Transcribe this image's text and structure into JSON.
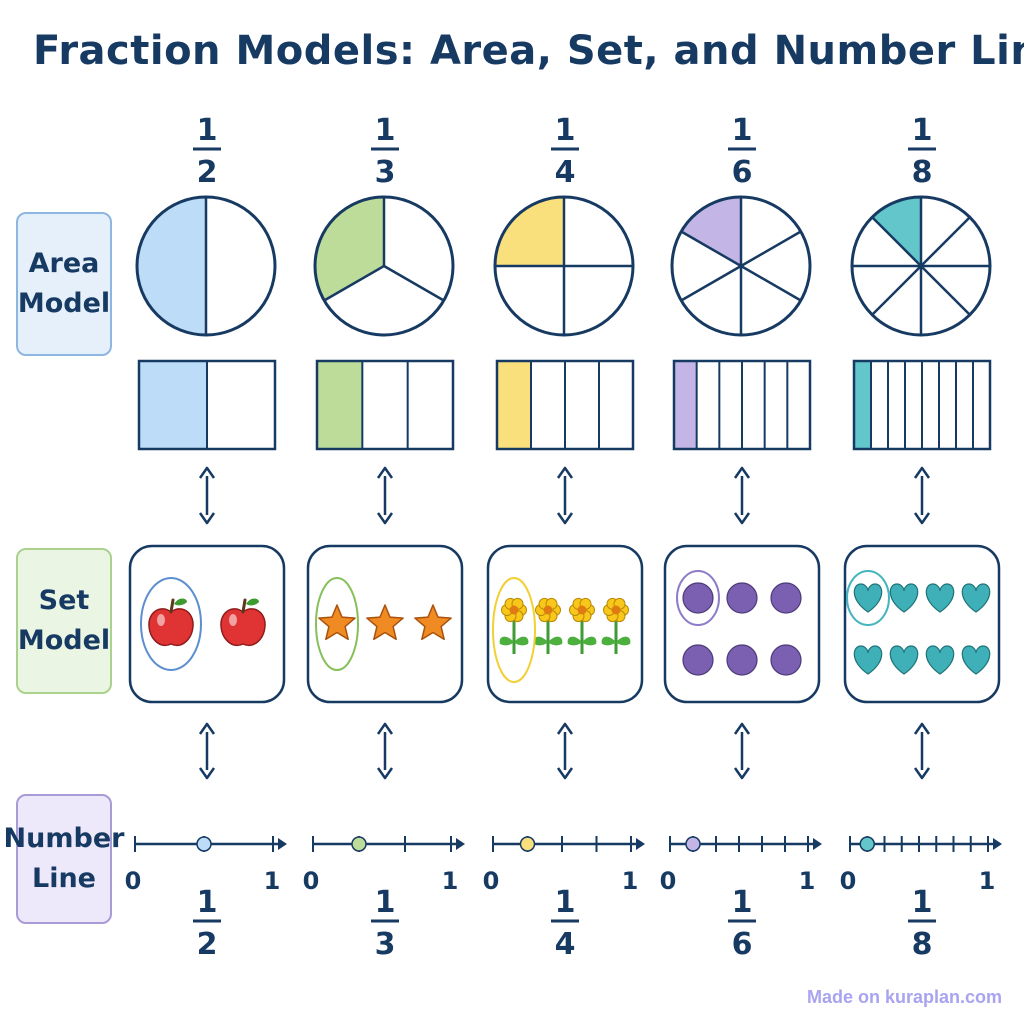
{
  "title": "Fraction Models: Area, Set, and Number Line",
  "watermark": "Made on kuraplan.com",
  "row_labels": {
    "area": [
      "Area",
      "Model"
    ],
    "set": [
      "Set",
      "Model"
    ],
    "number_line": [
      "Number",
      "Line"
    ]
  },
  "number_line_ends": [
    "0",
    "1"
  ],
  "colors": {
    "ink": "#173a63",
    "half": "#bcdcf7",
    "third": "#bddc9a",
    "quarter": "#fae07c",
    "sixth": "#c3b5e6",
    "eighth": "#62c6cb",
    "apple": "#e03333",
    "star": "#f08a22",
    "flower": "#f8c71a",
    "dot": "#7b5fb1",
    "heart": "#3fb0b8"
  },
  "fractions": [
    {
      "numerator": "1",
      "denominator": "2",
      "parts": 2,
      "color_key": "half",
      "set_icon": "apple-icon",
      "set_count": 2,
      "set_color_key": "apple",
      "ring_color": "#5b8fcf"
    },
    {
      "numerator": "1",
      "denominator": "3",
      "parts": 3,
      "color_key": "third",
      "set_icon": "star-icon",
      "set_count": 3,
      "set_color_key": "star",
      "ring_color": "#86c05a"
    },
    {
      "numerator": "1",
      "denominator": "4",
      "parts": 4,
      "color_key": "quarter",
      "set_icon": "flower-icon",
      "set_count": 4,
      "set_color_key": "flower",
      "ring_color": "#f2cf33"
    },
    {
      "numerator": "1",
      "denominator": "6",
      "parts": 6,
      "color_key": "sixth",
      "set_icon": "dot-icon",
      "set_count": 6,
      "set_color_key": "dot",
      "ring_color": "#8f7cc8"
    },
    {
      "numerator": "1",
      "denominator": "8",
      "parts": 8,
      "color_key": "eighth",
      "set_icon": "heart-icon",
      "set_count": 8,
      "set_color_key": "heart",
      "ring_color": "#45b5bd"
    }
  ]
}
